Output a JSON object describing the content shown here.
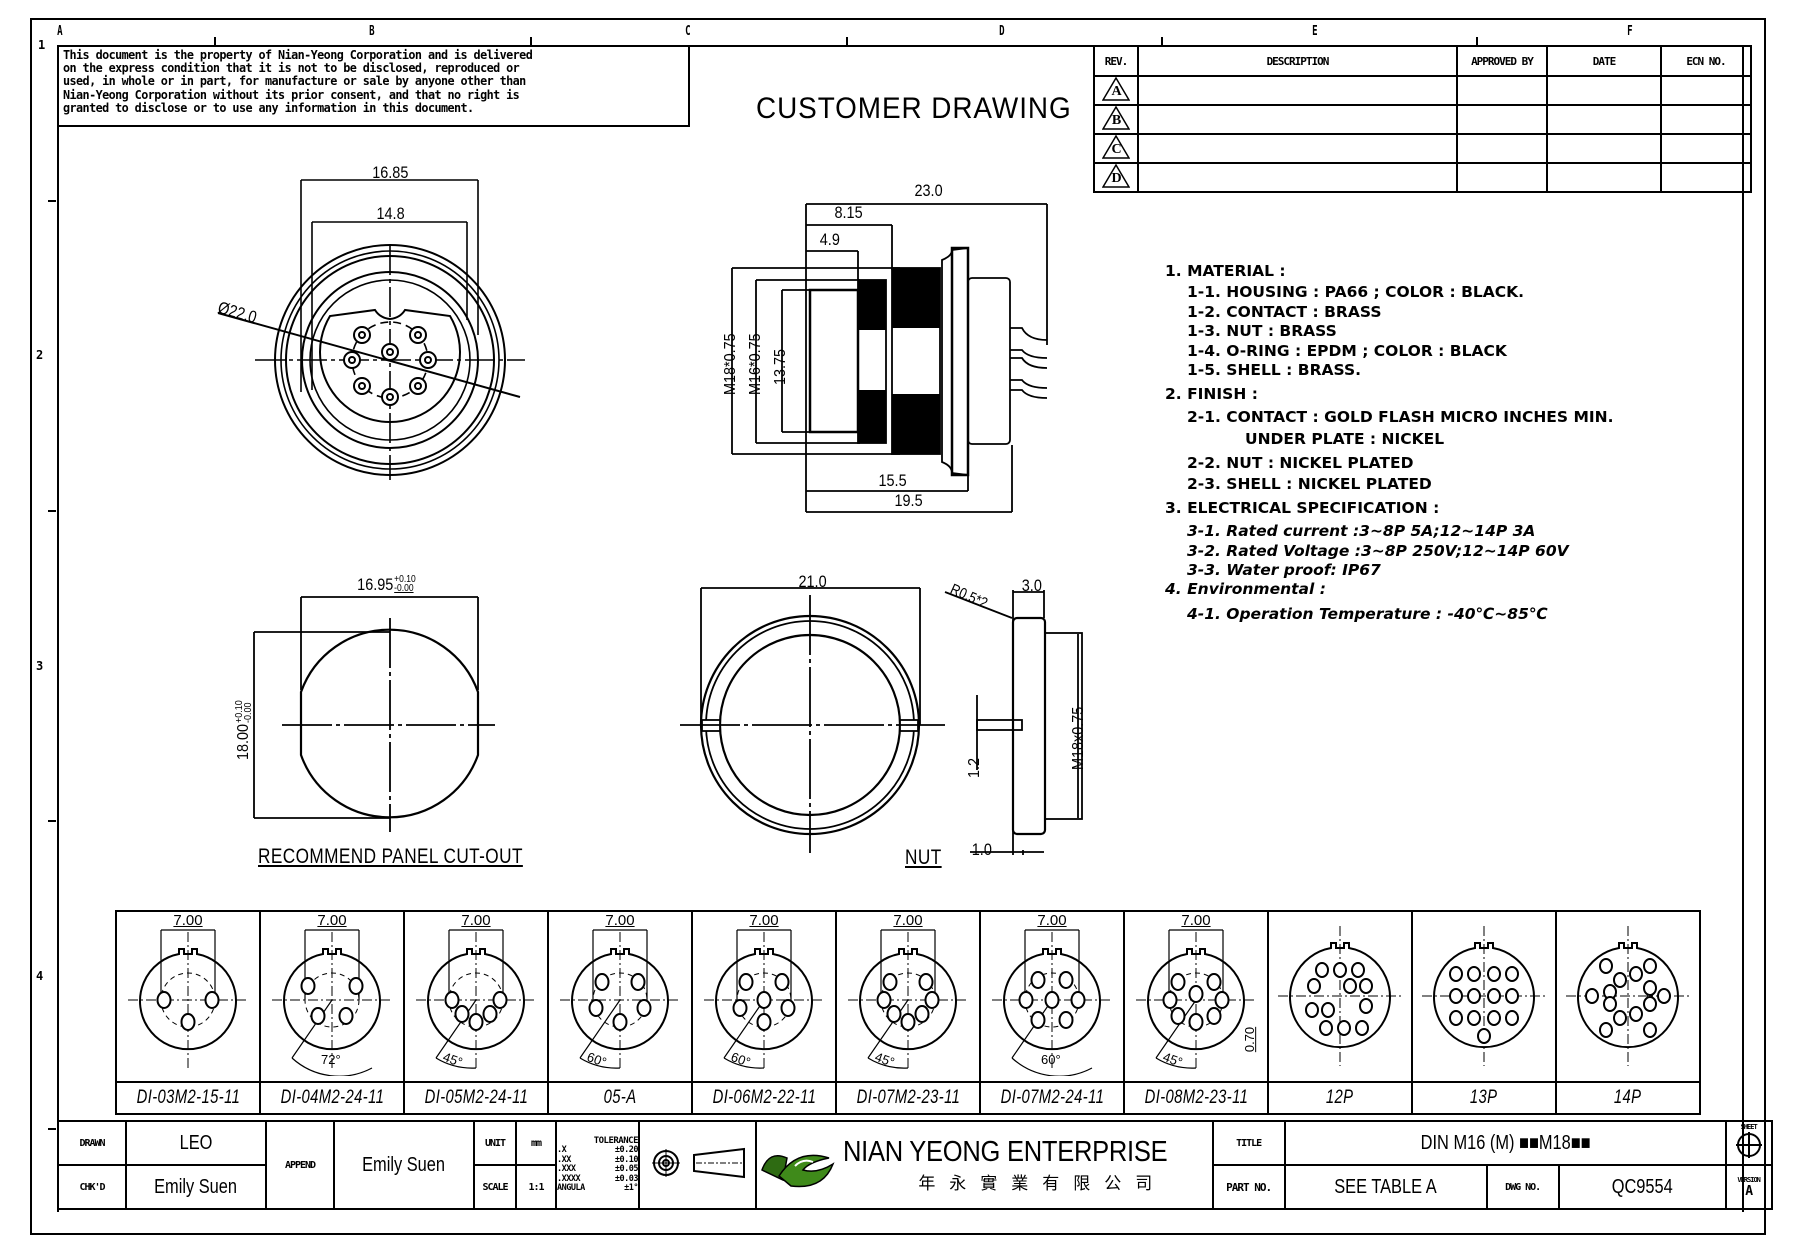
{
  "zones": {
    "letters": [
      "A",
      "B",
      "C",
      "D",
      "E",
      "F"
    ],
    "numbers": [
      "1",
      "2",
      "3",
      "4"
    ]
  },
  "disclaimer": {
    "lines": [
      "This document is the property of Nian-Yeong Corporation and is delivered",
      "on  the  express condition that it is not to be disclosed, reproduced or",
      "used, in whole or in part, for manufacture or sale by anyone other than",
      "Nian-Yeong Corporation without  its prior consent, and that  no right  is",
      "granted to disclose or to use any information in this  document."
    ]
  },
  "header": {
    "title": "CUSTOMER  DRAWING"
  },
  "revision_table": {
    "columns": [
      "REV.",
      "DESCRIPTION",
      "APPROVED BY",
      "DATE",
      "ECN NO."
    ],
    "rows": [
      {
        "rev": "A",
        "description": "",
        "approved_by": "",
        "date": "",
        "ecn": ""
      },
      {
        "rev": "B",
        "description": "",
        "approved_by": "",
        "date": "",
        "ecn": ""
      },
      {
        "rev": "C",
        "description": "",
        "approved_by": "",
        "date": "",
        "ecn": ""
      },
      {
        "rev": "D",
        "description": "",
        "approved_by": "",
        "date": "",
        "ecn": ""
      }
    ]
  },
  "views": {
    "front": {
      "dims": [
        "16.85",
        "14.8",
        "Ø22.0"
      ]
    },
    "side": {
      "dims": [
        "23.0",
        "8.15",
        "4.9",
        "M18*0.75",
        "M16*0.75",
        "13.75",
        "15.5",
        "19.5"
      ]
    },
    "cutout": {
      "width": "16.95",
      "width_tol": [
        "+0.10",
        "-0.00"
      ],
      "height": "18.00",
      "height_tol": [
        "+0.10",
        "-0.00"
      ],
      "caption": "RECOMMEND  PANEL  CUT-OUT"
    },
    "nut": {
      "dims": [
        "21.0",
        "R0.5*2",
        "3.0",
        "1.2",
        "M18x0.75",
        "1.0"
      ],
      "caption": "NUT"
    }
  },
  "notes": [
    {
      "text": "1.  MATERIAL  :",
      "indent": 0,
      "italic": false
    },
    {
      "text": "1-1.  HOUSING  :  PA66  ;  COLOR  :  BLACK.",
      "indent": 1,
      "italic": false
    },
    {
      "text": "1-2.  CONTACT  :  BRASS",
      "indent": 1,
      "italic": false
    },
    {
      "text": "1-3.  NUT  :  BRASS",
      "indent": 1,
      "italic": false
    },
    {
      "text": "1-4.  O-RING  :  EPDM  ;  COLOR  :  BLACK",
      "indent": 1,
      "italic": false
    },
    {
      "text": "1-5.  SHELL  :  BRASS.",
      "indent": 1,
      "italic": false
    },
    {
      "text": "2.  FINISH  :",
      "indent": 0,
      "italic": false
    },
    {
      "text": "2-1.  CONTACT  :  GOLD  FLASH  MICRO  INCHES  MIN.",
      "indent": 1,
      "italic": false
    },
    {
      "text": "UNDER  PLATE  :  NICKEL",
      "indent": 2,
      "italic": false
    },
    {
      "text": "2-2.  NUT  :  NICKEL  PLATED",
      "indent": 1,
      "italic": false
    },
    {
      "text": "2-3.  SHELL  :  NICKEL  PLATED",
      "indent": 1,
      "italic": false
    },
    {
      "text": "3.  ELECTRICAL  SPECIFICATION  :",
      "indent": 0,
      "italic": false
    },
    {
      "text": "3-1.  Rated  current  :3~8P  5A;12~14P  3A",
      "indent": 1,
      "italic": true
    },
    {
      "text": "3-2.  Rated  Voltage  :3~8P  250V;12~14P  60V",
      "indent": 1,
      "italic": true
    },
    {
      "text": "3-3.  Water  proof:  IP67",
      "indent": 1,
      "italic": true
    },
    {
      "text": "4.  Environmental  :",
      "indent": 0,
      "italic": true
    },
    {
      "text": "4-1.  Operation  Temperature  :  -40℃~85℃",
      "indent": 1,
      "italic": true
    }
  ],
  "pin_table": {
    "cells": [
      {
        "label": "DI-03M2-15-11",
        "dim": "7.00",
        "angle": ""
      },
      {
        "label": "DI-04M2-24-11",
        "dim": "7.00",
        "angle": "72°"
      },
      {
        "label": "DI-05M2-24-11",
        "dim": "7.00",
        "angle": "45°"
      },
      {
        "label": "05-A",
        "dim": "7.00",
        "angle": "60°"
      },
      {
        "label": "DI-06M2-22-11",
        "dim": "7.00",
        "angle": "60°"
      },
      {
        "label": "DI-07M2-23-11",
        "dim": "7.00",
        "angle": "45°"
      },
      {
        "label": "DI-07M2-24-11",
        "dim": "7.00",
        "angle": "60°"
      },
      {
        "label": "DI-08M2-23-11",
        "dim": "7.00",
        "angle": "45°",
        "extra_dim": "0.70"
      },
      {
        "label": "12P",
        "dim": "",
        "angle": ""
      },
      {
        "label": "13P",
        "dim": "",
        "angle": ""
      },
      {
        "label": "14P",
        "dim": "",
        "angle": ""
      }
    ]
  },
  "title_block": {
    "drawn_label": "DRAWN",
    "drawn_value": "LEO",
    "checked_label": "CHK'D",
    "checked_value": "Emily  Suen",
    "append_label": "APPEND",
    "append_value": "Emily  Suen",
    "unit_label": "UNIT",
    "unit_value": "mm",
    "scale_label": "SCALE",
    "scale_value": "1:1",
    "tolerance": {
      "title": "TOLERANCE",
      "rows": [
        {
          "k": ".X",
          "v": "±0.20"
        },
        {
          "k": ".XX",
          "v": "±0.10"
        },
        {
          "k": ".XXX",
          "v": "±0.05"
        },
        {
          "k": ".XXXX",
          "v": "±0.03"
        },
        {
          "k": "ANGULA",
          "v": "±1°"
        }
      ]
    },
    "company_name": "NIAN YEONG ENTERPRISE",
    "company_name_cn": "年永實業有限公司",
    "brand_color": "#2e6b12",
    "title_label": "TITLE",
    "title_value": "DIN  M16   (M)  ■■M18■■",
    "part_label": "PART NO.",
    "part_value": "SEE  TABLE  A",
    "dwg_label": "DWG NO.",
    "dwg_value": "QC9554",
    "sheet_label": "SHEET",
    "version_label": "VERSION",
    "version_value": "A"
  }
}
